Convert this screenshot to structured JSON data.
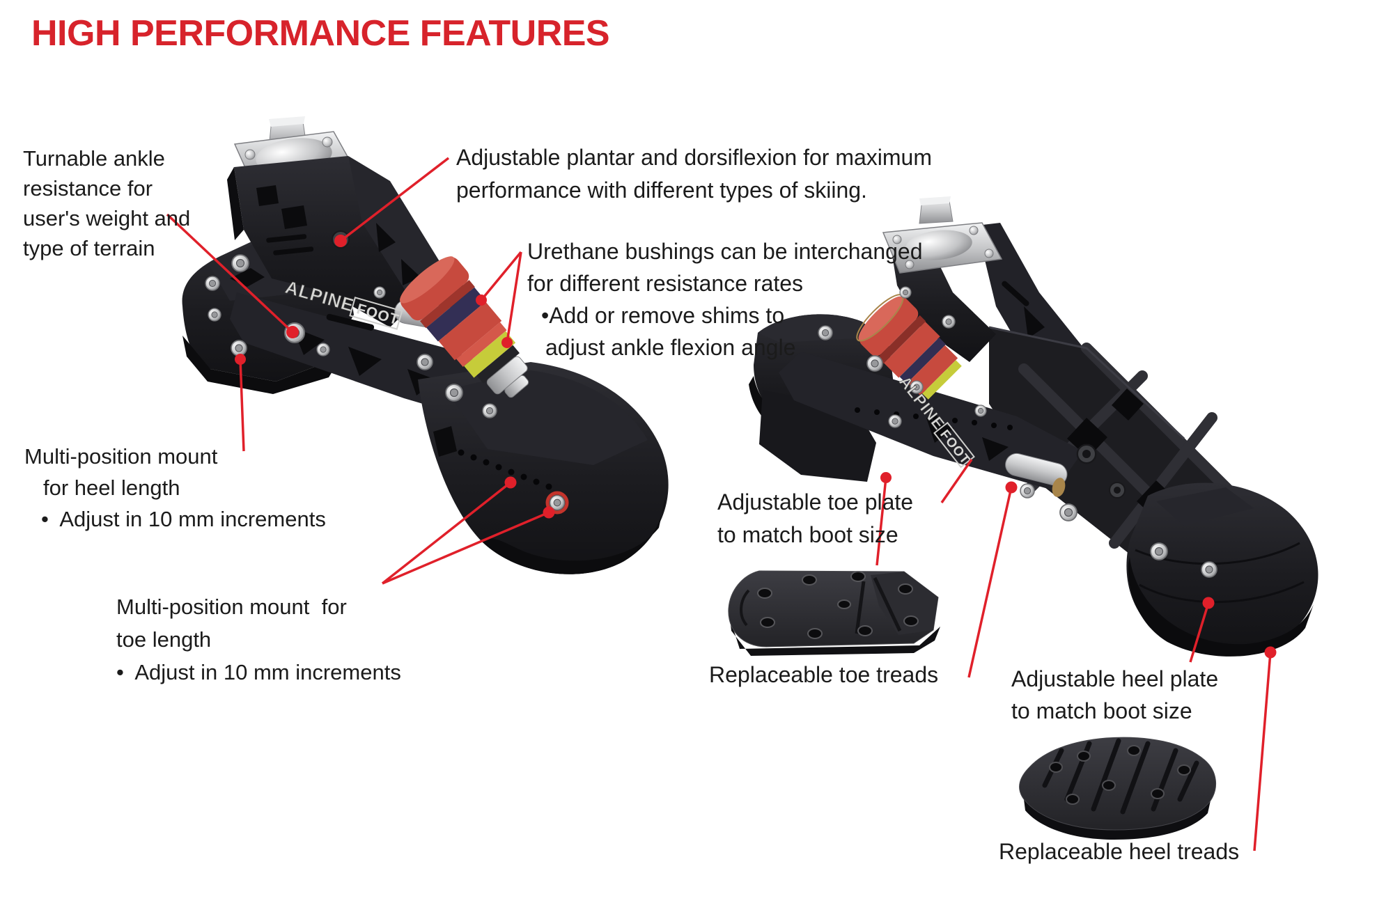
{
  "title": "HIGH PERFORMANCE FEATURES",
  "colors": {
    "accent": "#e0202a",
    "title_red": "#d7232b",
    "text": "#1b1b1b"
  },
  "brand": {
    "alpine": "ALPINE",
    "foot": "FOOT"
  },
  "labels": {
    "turnable": {
      "lines": [
        "Turnable ankle",
        "resistance for",
        "user's weight and",
        "type of terrain"
      ]
    },
    "plantar": {
      "lines": [
        "Adjustable plantar and dorsiflexion for maximum",
        "performance with different types of skiing."
      ]
    },
    "urethane": {
      "lines": [
        "Urethane bushings can be interchanged",
        "for different resistance rates",
        "•Add or remove shims to",
        "adjust ankle flexion angle"
      ]
    },
    "heel_mount": {
      "lines": [
        "Multi-position mount",
        "for heel length",
        "•  Adjust in 10 mm increments"
      ]
    },
    "toe_mount": {
      "lines": [
        "Multi-position mount  for",
        "toe length",
        "•  Adjust in 10 mm increments"
      ]
    },
    "toe_plate": {
      "lines": [
        "Adjustable toe plate",
        "to match boot size"
      ]
    },
    "toe_treads": {
      "lines": [
        "Replaceable toe treads"
      ]
    },
    "heel_plate": {
      "lines": [
        "Adjustable heel plate",
        "to match boot size"
      ]
    },
    "heel_treads": {
      "lines": [
        "Replaceable heel treads"
      ]
    }
  }
}
